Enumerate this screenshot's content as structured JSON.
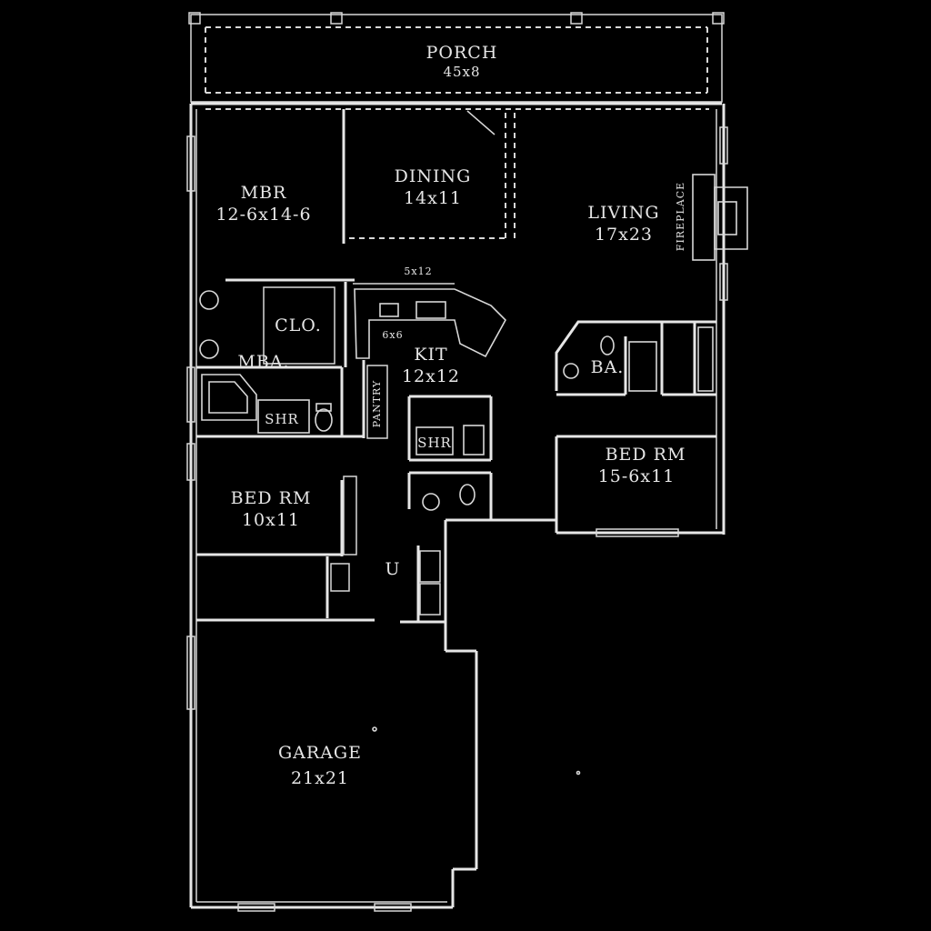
{
  "rooms": {
    "porch": {
      "name": "PORCH",
      "size": "45x8"
    },
    "mbr": {
      "name": "MBR",
      "size": "12-6x14-6"
    },
    "dining": {
      "name": "DINING",
      "size": "14x11"
    },
    "living": {
      "name": "LIVING",
      "size": "17x23"
    },
    "clo": {
      "name": "CLO."
    },
    "mba": {
      "name": "MBA."
    },
    "kit": {
      "name": "KIT",
      "size": "12x12"
    },
    "ba": {
      "name": "BA."
    },
    "bed_rm_right": {
      "name": "BED RM",
      "size": "15-6x11"
    },
    "bed_rm_left": {
      "name": "BED RM",
      "size": "10x11"
    },
    "utility": {
      "name": "U"
    },
    "garage": {
      "name": "GARAGE",
      "size": "21x21"
    }
  },
  "fixtures": {
    "fireplace": "FIREPLACE",
    "pantry": "PANTRY",
    "shr_master": "SHR",
    "shr_hall": "SHR",
    "bar_dim": "5x12",
    "kit_dim": "6x6"
  }
}
